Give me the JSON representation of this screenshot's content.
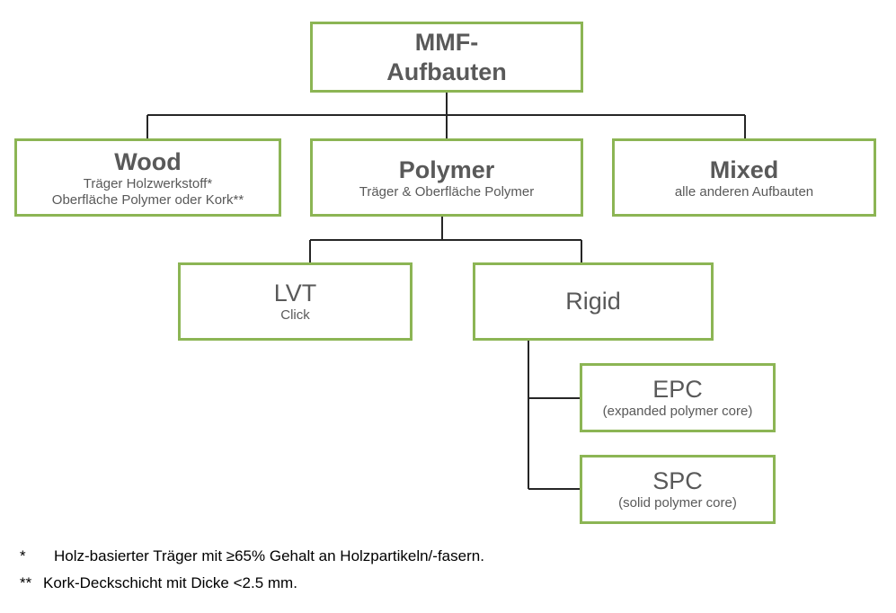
{
  "diagram": {
    "root": {
      "title_line1": "MMF-",
      "title_line2": "Aufbauten"
    },
    "categories": [
      {
        "title": "Wood",
        "sub1": "Träger Holzwerkstoff*",
        "sub2": "Oberfläche Polymer oder Kork**"
      },
      {
        "title": "Polymer",
        "sub1": "Träger & Oberfläche Polymer"
      },
      {
        "title": "Mixed",
        "sub1": "alle anderen Aufbauten"
      }
    ],
    "polymer_types": [
      {
        "title": "LVT",
        "sub1": "Click"
      },
      {
        "title": "Rigid"
      }
    ],
    "rigid_types": [
      {
        "title": "EPC",
        "sub1": "(expanded polymer core)"
      },
      {
        "title": "SPC",
        "sub1": "(solid polymer core)"
      }
    ]
  },
  "footnotes": [
    {
      "mark": "*",
      "text": "Holz-basierter Träger mit ≥65% Gehalt an Holzpartikeln/-fasern."
    },
    {
      "mark": "**",
      "text": "Kork-Deckschicht mit Dicke <2.5 mm."
    }
  ],
  "colors": {
    "border": "#8cb554",
    "text": "#595959",
    "connector": "#000000"
  }
}
